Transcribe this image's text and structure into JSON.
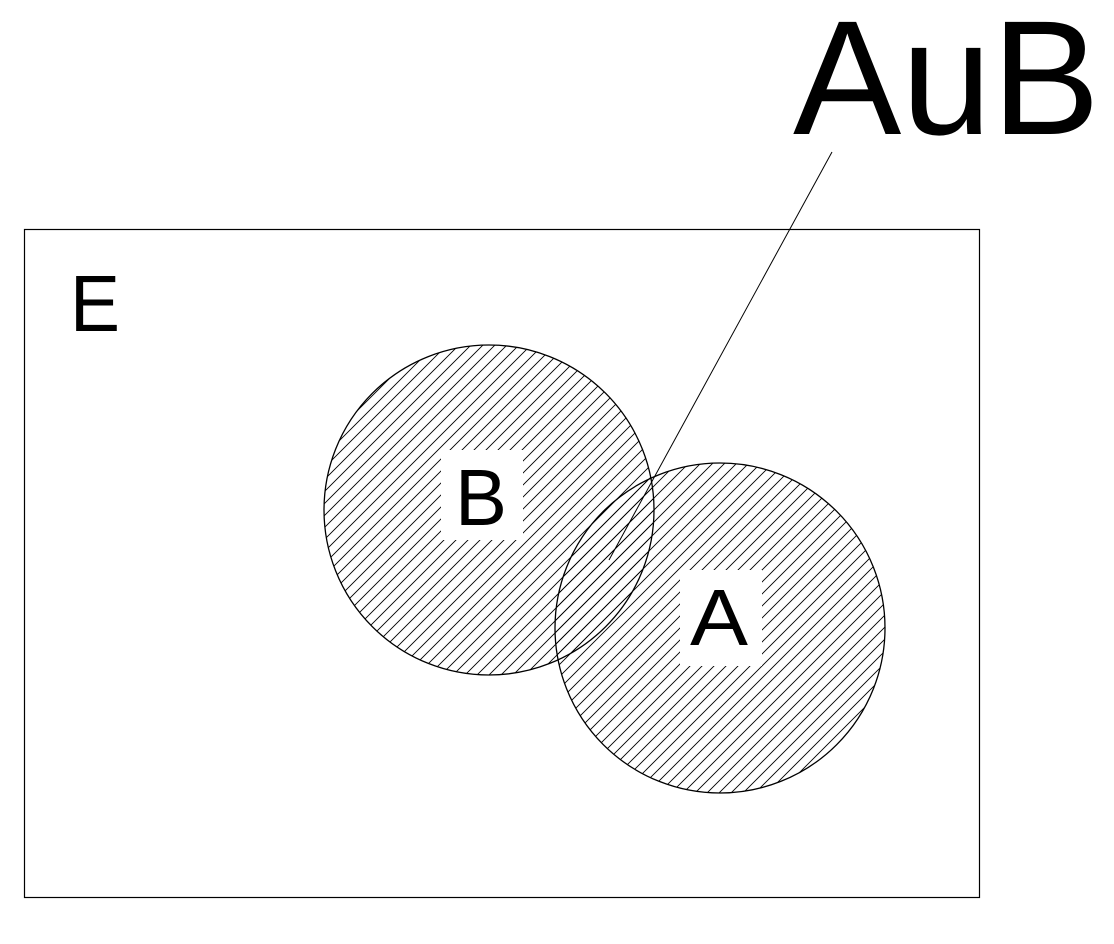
{
  "diagram": {
    "title_label": "AuB",
    "universe_label": "E",
    "set_a_label": "A",
    "set_b_label": "B"
  },
  "colors": {
    "ink": "#000000",
    "background": "#ffffff",
    "hatch": "#000000"
  }
}
